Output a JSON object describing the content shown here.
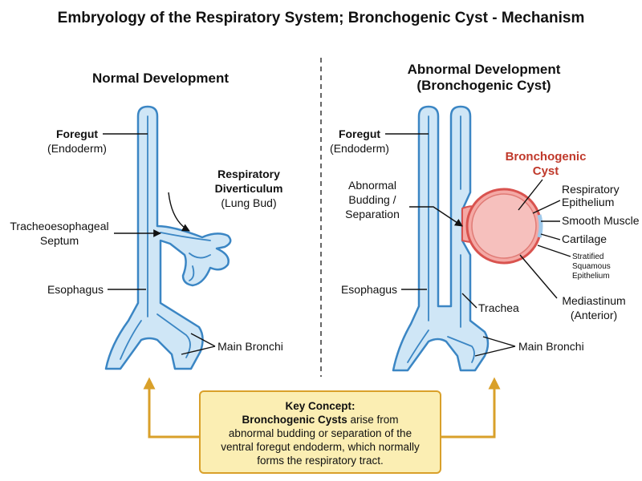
{
  "title": "Embryology of the Respiratory System; Bronchogenic Cyst - Mechanism",
  "normal": {
    "heading": "Normal Development",
    "foregut": "Foregut",
    "foregut_sub": "(Endoderm)",
    "diverticulum_1": "Respiratory",
    "diverticulum_2": "Diverticulum",
    "diverticulum_sub": "(Lung Bud)",
    "septum_1": "Tracheoesophageal",
    "septum_2": "Septum",
    "esophagus": "Esophagus",
    "bronchi": "Main Bronchi"
  },
  "abnormal": {
    "heading_1": "Abnormal Development",
    "heading_2": "(Bronchogenic Cyst)",
    "foregut": "Foregut",
    "foregut_sub": "(Endoderm)",
    "budding_1": "Abnormal",
    "budding_2": "Budding /",
    "budding_3": "Separation",
    "cyst_1": "Bronchogenic",
    "cyst_2": "Cyst",
    "resp_epi_1": "Respiratory",
    "resp_epi_2": "Epithelium",
    "smooth_muscle": "Smooth Muscle",
    "cartilage": "Cartilage",
    "strat_1": "Stratified",
    "strat_2": "Squamous",
    "strat_3": "Epithelium",
    "mediastinum_1": "Mediastinum",
    "mediastinum_2": "(Anterior)",
    "esophagus": "Esophagus",
    "trachea": "Trachea",
    "bronchi": "Main Bronchi"
  },
  "key": {
    "heading": "Key Concept:",
    "bold": "Bronchogenic Cysts",
    "rest_1": " arise from",
    "line_2": "abnormal budding or separation of the",
    "line_3": "ventral foregut endoderm, which normally",
    "line_4": "forms the respiratory tract."
  },
  "colors": {
    "tube_fill": "#cfe6f6",
    "tube_stroke": "#3b86c4",
    "cyst_fill": "#f4a9a5",
    "cyst_stroke": "#d9534f",
    "accent": "#d9a02a",
    "box_fill": "#fbeeb3"
  }
}
